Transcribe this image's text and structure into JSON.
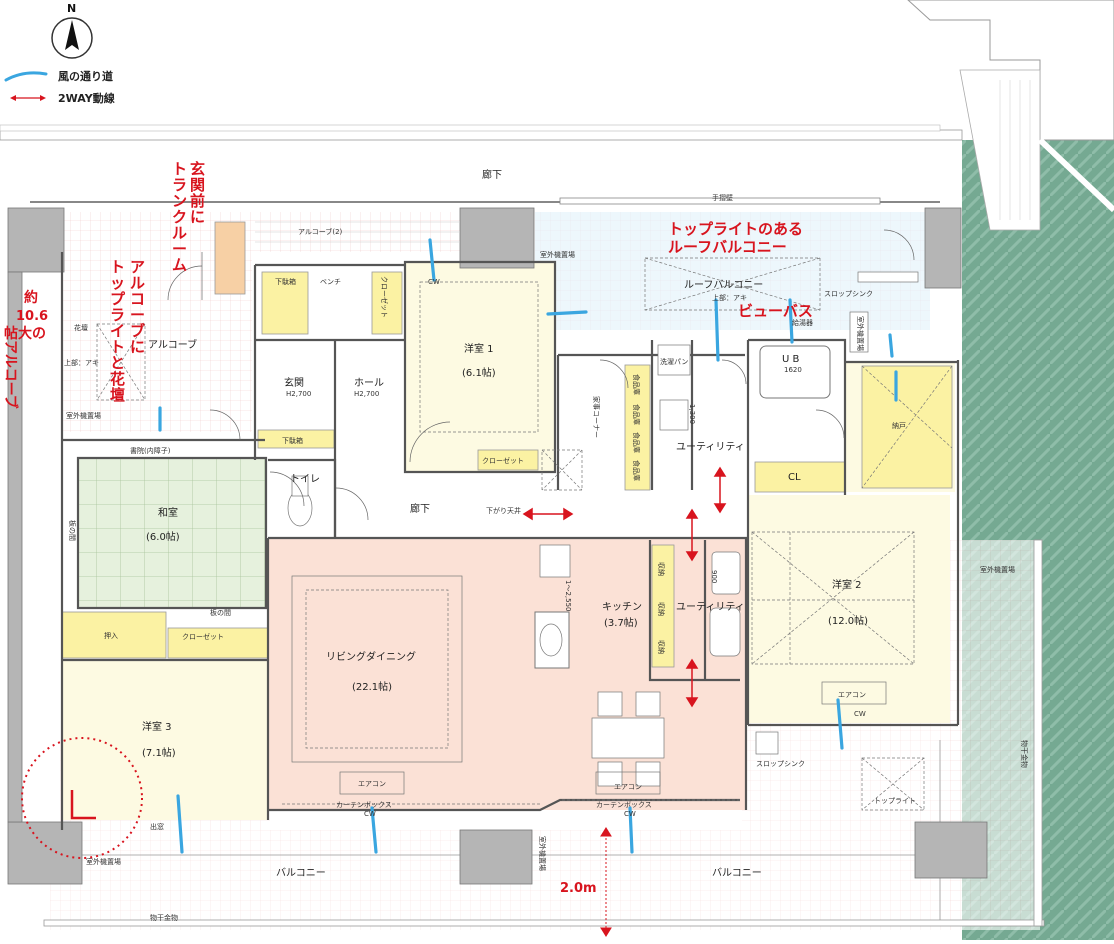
{
  "legend": {
    "north": "N",
    "wind": "風の通り道",
    "twoway": "2WAY動線"
  },
  "colors": {
    "red_callout": "#d8141e",
    "wind_arrow": "#3aa6e0",
    "living_room": "#fbe1d6",
    "western_room": "#fdfae2",
    "japanese_room": "#e6f1dd",
    "storage": "#fbf2a3",
    "roof_balcony": "#e4f3fb",
    "wall": "#aaaaaa"
  },
  "labels": {
    "corridor_top": "廊下",
    "handrail": "手摺壁",
    "alcove2": "アルコーブ(2)",
    "alcove": "アルコーブ",
    "flower_bed": "花壇",
    "upper_open_1": "上部：アキ",
    "outdoor_unit_1": "室外機置場",
    "shoin": "書院(内障子)",
    "shoe_box_1": "下駄箱",
    "bench": "ベンチ",
    "closet_v": "クローゼット",
    "cw1": "CW",
    "genkan": "玄関",
    "genkan_h": "H2,700",
    "hall": "ホール",
    "hall_h": "H2,700",
    "shoe_box_2": "下駄箱",
    "bed1_name": "洋室 1",
    "bed1_size": "(6.1帖)",
    "closet1": "クローゼット",
    "housework": "家事コーナー",
    "pantry1": "食品庫",
    "pantry2": "食品庫",
    "pantry3": "食品庫",
    "pantry4": "食品庫",
    "washer": "洗濯パン",
    "dim_1300": "1,300",
    "utility1": "ユーティリティ",
    "roof_balcony": "ルーフバルコニー",
    "upper_open_2": "上部：アキ",
    "slop_sink_1": "スロップシンク",
    "water_heater": "給湯器",
    "outdoor_unit_2": "室外機置場",
    "outdoor_unit_3": "室外機置場",
    "ub": "U B",
    "ub_size": "1620",
    "nando": "納戸",
    "cl": "CL",
    "toilet": "トイレ",
    "corridor_mid": "廊下",
    "lowered_ceiling": "下がり天井",
    "washitsu": "和室",
    "washitsu_size": "(6.0帖)",
    "itanoma1": "板の間",
    "itanoma2": "板の間",
    "oshiire": "押入",
    "closet3": "クローゼット",
    "bed3_name": "洋室 3",
    "bed3_size": "(7.1帖)",
    "living": "リビングダイニング",
    "living_size": "(22.1帖)",
    "dim_2550": "1～2,550",
    "kitchen": "キッチン",
    "kitchen_size": "(3.7帖)",
    "storage_a": "収納",
    "storage_b": "収納",
    "storage_c": "収納",
    "utility2": "ユーティリティ",
    "dim_900": "900",
    "bed2_name": "洋室 2",
    "bed2_size": "(12.0帖)",
    "aircon1": "エアコン",
    "aircon2": "エアコン",
    "aircon3": "エアコン",
    "cw2": "CW",
    "cw3": "CW",
    "cw4": "CW",
    "curtain_box1": "カーテンボックス",
    "curtain_box2": "カーテンボックス",
    "slop_sink_2": "スロップシンク",
    "toplight": "トップライト",
    "outdoor_unit_4": "室外機置場",
    "outdoor_unit_5": "室外機置場",
    "outdoor_unit_6": "室外機置場",
    "laundry_pole_1": "物干金物",
    "laundry_pole_2": "物干金物",
    "demado": "出窓",
    "balcony_left": "バルコニー",
    "balcony_right": "バルコニー",
    "depth": "2.0m"
  },
  "callouts": {
    "alcove_size": [
      "約",
      "10.6",
      "帖大の",
      "アルコーブ"
    ],
    "trunk_room": [
      "玄",
      "関",
      "前",
      "に",
      "ト",
      "ラ",
      "ン",
      "ク",
      "ル",
      "ー",
      "ム"
    ],
    "alcove_toplight_1": [
      "ア",
      "ル",
      "コ",
      "ー",
      "ブ",
      "に"
    ],
    "alcove_toplight_2": [
      "ト",
      "ッ",
      "プ",
      "ラ",
      "イ",
      "ト",
      "と",
      "花",
      "壇"
    ],
    "roof_balcony_1": "トップライトのある",
    "roof_balcony_2": "ルーフバルコニー",
    "view_bath": "ビューバス"
  }
}
